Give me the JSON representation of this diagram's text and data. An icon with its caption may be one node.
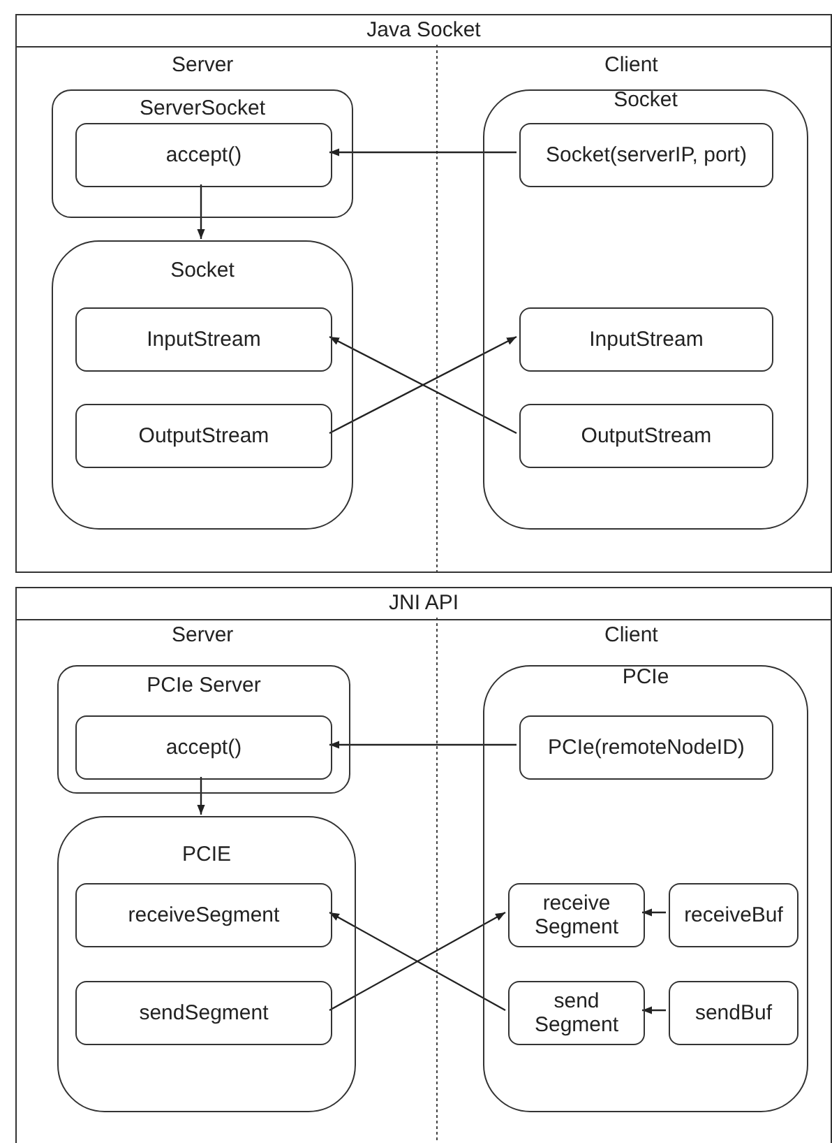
{
  "diagram": {
    "nodes": [
      {
        "text": [
          "Java Socket"
        ]
      },
      {
        "text": [
          "ServerSocket"
        ],
        "in": 0
      },
      {
        "text": [
          "accept()"
        ],
        "in": 1
      },
      {
        "text": [
          "Socket"
        ],
        "in": 0
      },
      {
        "text": [
          "InputStream"
        ],
        "in": 3
      },
      {
        "text": [
          "OutputStream"
        ],
        "in": 3
      },
      {
        "text": [
          "Socket"
        ],
        "in": 0
      },
      {
        "text": [
          "Socket(serverIP, port)"
        ],
        "in": 6
      },
      {
        "text": [
          "InputStream"
        ],
        "in": 6
      },
      {
        "text": [
          "OutputStream"
        ],
        "in": 6
      },
      {
        "text": [
          "JNI API"
        ]
      },
      {
        "text": [
          "PCIe Server"
        ],
        "in": 10
      },
      {
        "text": [
          "accept()"
        ],
        "in": 11
      },
      {
        "text": [
          "PCIE"
        ],
        "in": 10
      },
      {
        "text": [
          "receiveSegment"
        ],
        "in": 13
      },
      {
        "text": [
          "sendSegment"
        ],
        "in": 13
      },
      {
        "text": [
          "PCIe"
        ],
        "in": 10
      },
      {
        "text": [
          "PCIe(remoteNodeID)"
        ],
        "in": 16
      },
      {
        "text": [
          "receive Segment"
        ],
        "in": 16
      },
      {
        "text": [
          "receiveBuf"
        ],
        "in": 16
      },
      {
        "text": [
          "send Segment"
        ],
        "in": 16
      },
      {
        "text": [
          "sendBuf"
        ],
        "in": 16
      }
    ],
    "edges": [
      {
        "from": 7,
        "to": 2,
        "arrow": "to"
      },
      {
        "from": 2,
        "to": 3,
        "arrow": "to"
      },
      {
        "from": 9,
        "to": 4,
        "arrow": "to"
      },
      {
        "from": 5,
        "to": 8,
        "arrow": "to"
      },
      {
        "from": 17,
        "to": 12,
        "arrow": "to"
      },
      {
        "from": 12,
        "to": 13,
        "arrow": "to"
      },
      {
        "from": 20,
        "to": 14,
        "arrow": "to"
      },
      {
        "from": 15,
        "to": 18,
        "arrow": "to"
      },
      {
        "from": 19,
        "to": 18,
        "arrow": "to"
      },
      {
        "from": 21,
        "to": 20,
        "arrow": "to"
      }
    ],
    "labels": [
      "Server",
      "Client",
      "Server",
      "Client"
    ]
  }
}
